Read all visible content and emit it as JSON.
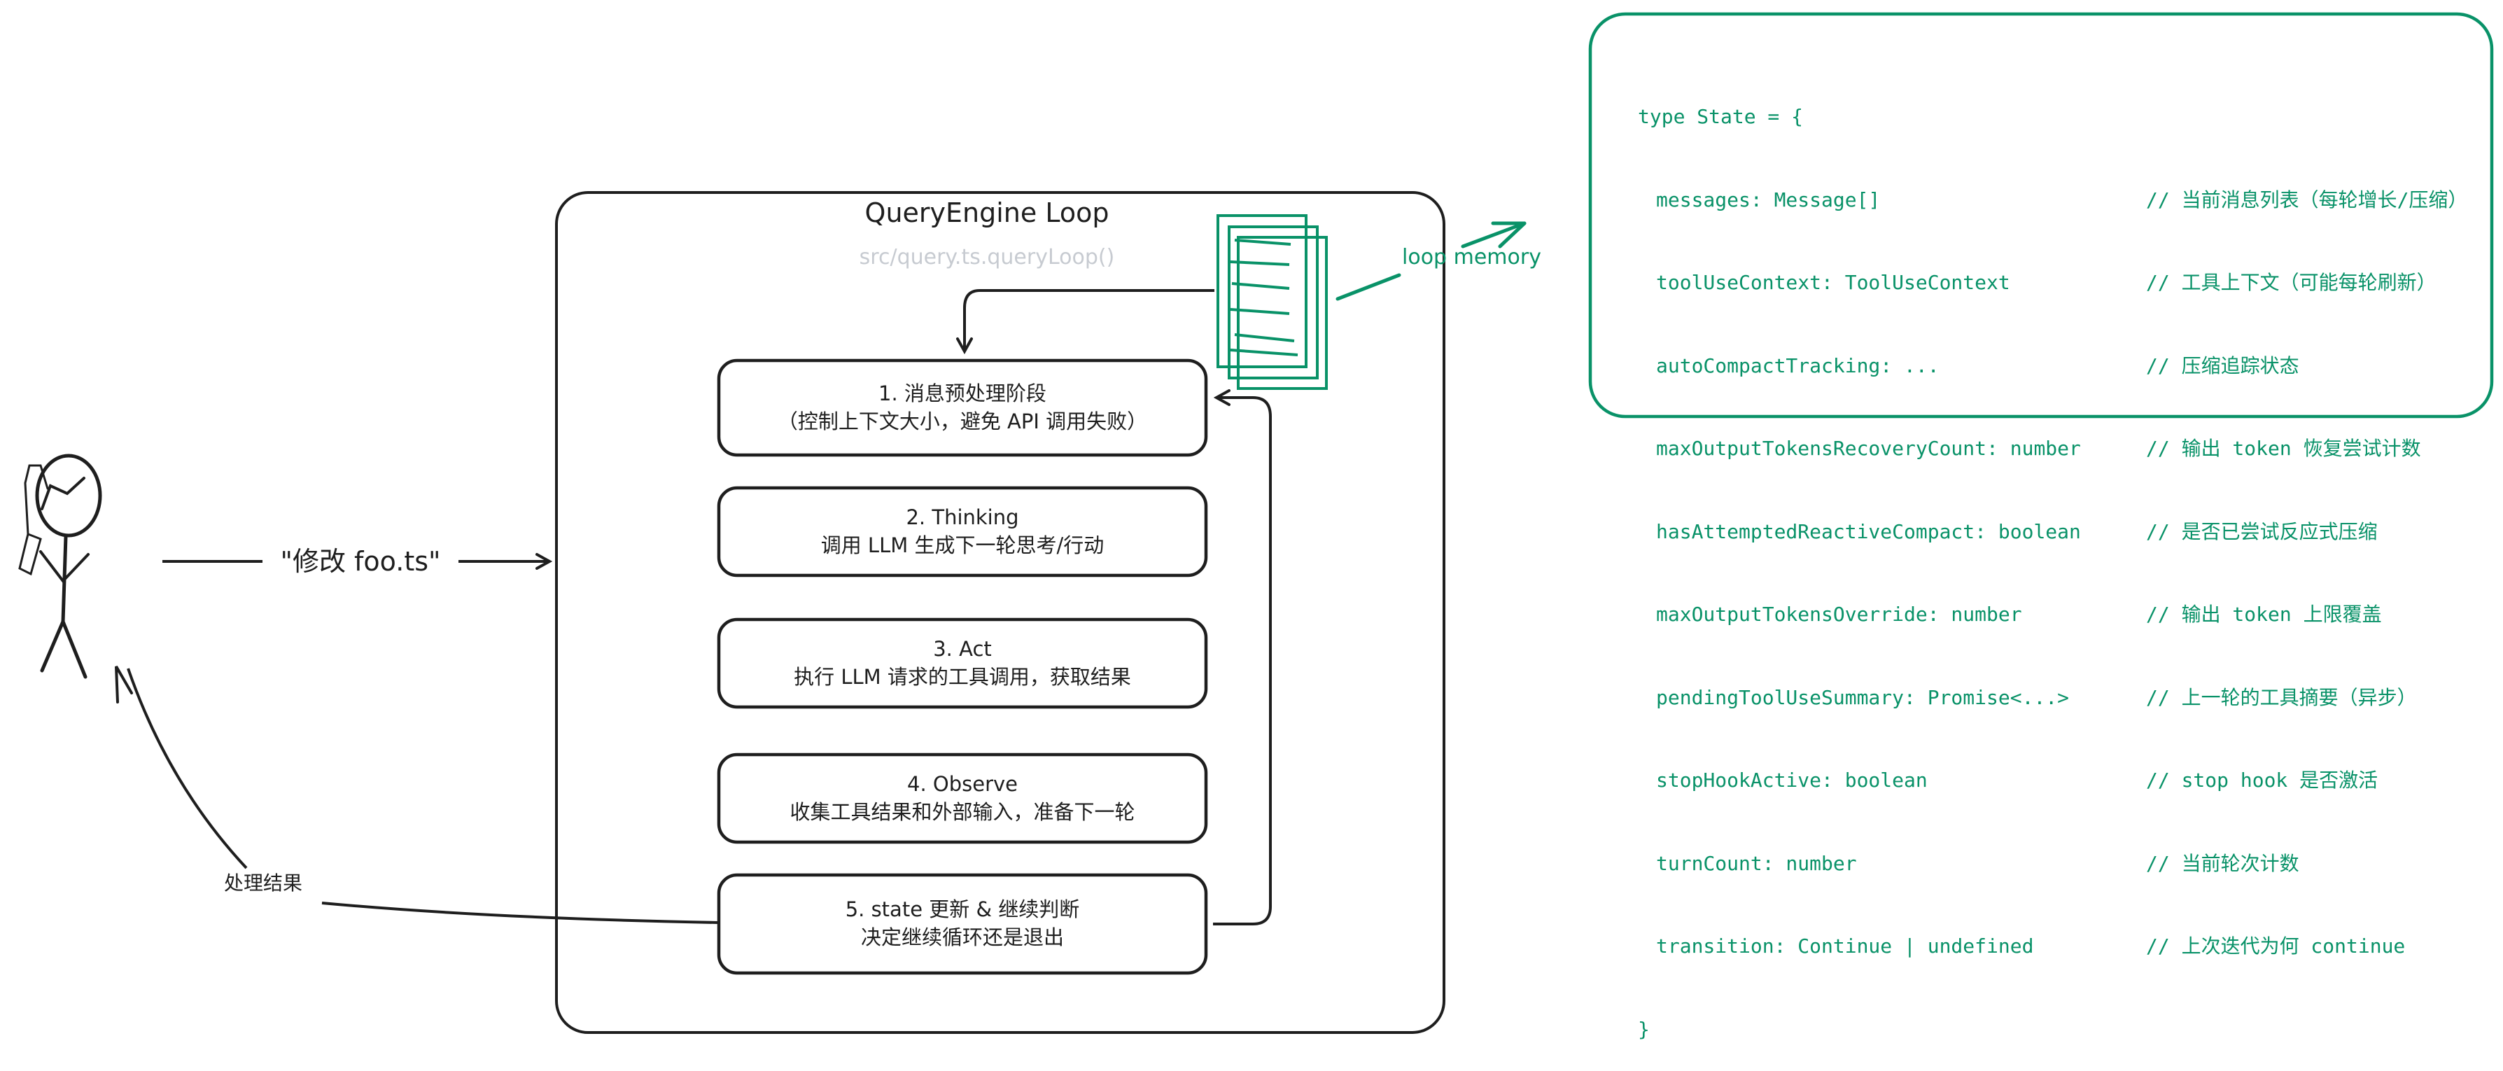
{
  "colors": {
    "ink": "#1e1e1e",
    "accent_green": "#099268",
    "subtitle_gray": "#c7cbd1",
    "background": "#ffffff"
  },
  "user": {
    "icon": "stick-figure-with-phone-icon",
    "request_label": "\"修改 foo.ts\"",
    "return_label": "处理结果"
  },
  "loop": {
    "title": "QueryEngine Loop",
    "subtitle": "src/query.ts.queryLoop()",
    "memory_icon": "document-stack-icon",
    "memory_label": "loop memory",
    "steps": [
      {
        "title": "1. 消息预处理阶段",
        "desc": "（控制上下文大小，避免 API 调用失败）"
      },
      {
        "title": "2. Thinking",
        "desc": "调用 LLM 生成下一轮思考/行动"
      },
      {
        "title": "3. Act",
        "desc": "执行 LLM 请求的工具调用，获取结果"
      },
      {
        "title": "4. Observe",
        "desc": "收集工具结果和外部输入，准备下一轮"
      },
      {
        "title": "5. state 更新 & 继续判断",
        "desc": "决定继续循环还是退出"
      }
    ]
  },
  "state_panel": {
    "open": "type State = {",
    "close": "}",
    "fields": [
      {
        "field": "messages: Message[]",
        "comment": "// 当前消息列表（每轮增长/压缩）"
      },
      {
        "field": "toolUseContext: ToolUseContext",
        "comment": "// 工具上下文（可能每轮刷新）"
      },
      {
        "field": "autoCompactTracking: ...",
        "comment": "// 压缩追踪状态"
      },
      {
        "field": "maxOutputTokensRecoveryCount: number",
        "comment": "// 输出 token 恢复尝试计数"
      },
      {
        "field": "hasAttemptedReactiveCompact: boolean",
        "comment": "// 是否已尝试反应式压缩"
      },
      {
        "field": "maxOutputTokensOverride: number",
        "comment": "// 输出 token 上限覆盖"
      },
      {
        "field": "pendingToolUseSummary: Promise<...>",
        "comment": "// 上一轮的工具摘要（异步）"
      },
      {
        "field": "stopHookActive: boolean",
        "comment": "// stop hook 是否激活"
      },
      {
        "field": "turnCount: number",
        "comment": "// 当前轮次计数"
      },
      {
        "field": "transition: Continue | undefined",
        "comment": "// 上次迭代为何 continue"
      }
    ]
  }
}
